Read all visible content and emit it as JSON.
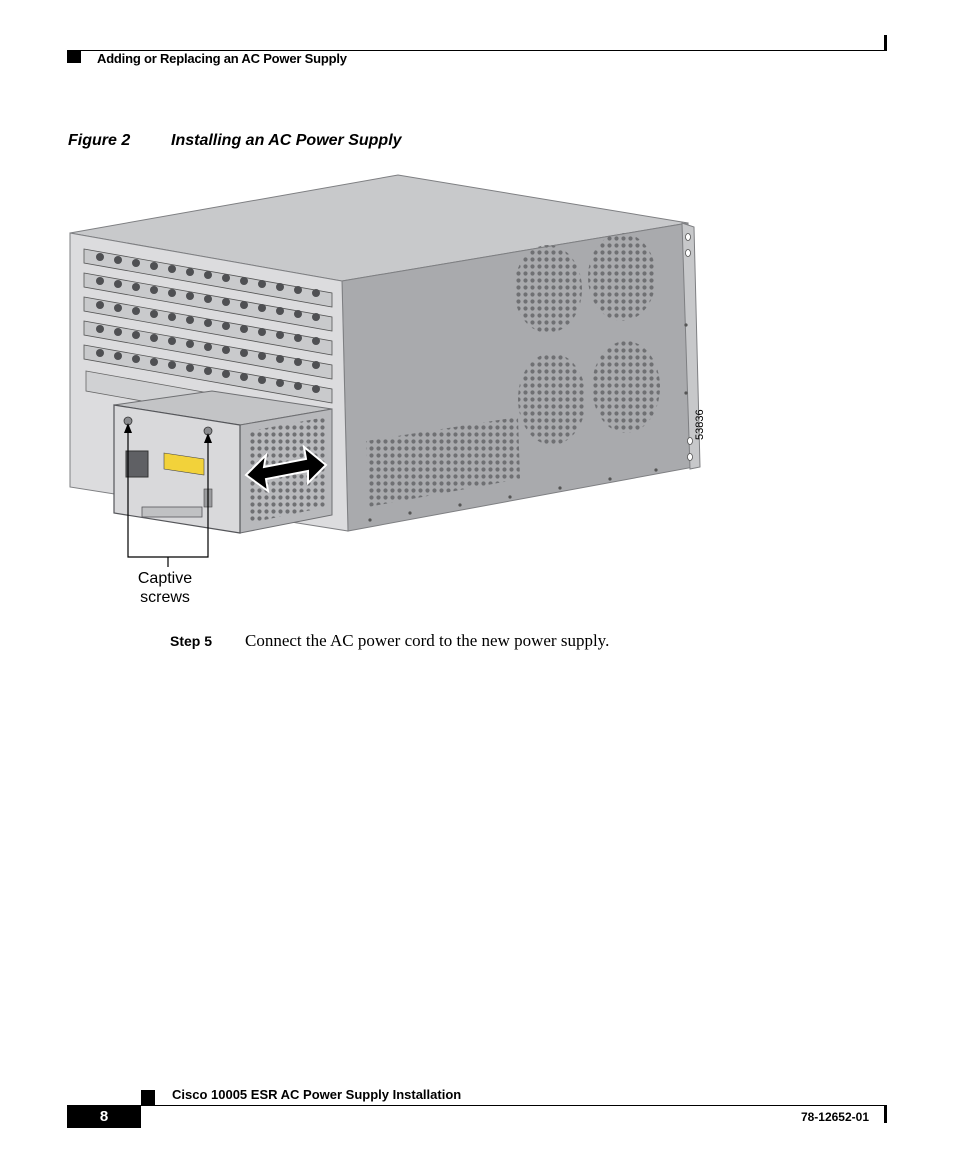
{
  "header": {
    "section_title": "Adding or Replacing an AC Power Supply"
  },
  "figure": {
    "number": "Figure 2",
    "title": "Installing an AC Power Supply",
    "callout": "Captive screws",
    "callout_line1": "Captive",
    "callout_line2": "screws",
    "art_id": "53836"
  },
  "step": {
    "label": "Step 5",
    "text": "Connect the AC power cord to the new power supply."
  },
  "footer": {
    "doc_title": "Cisco 10005 ESR AC Power Supply Installation",
    "page_number": "8",
    "doc_number": "78-12652-01"
  }
}
